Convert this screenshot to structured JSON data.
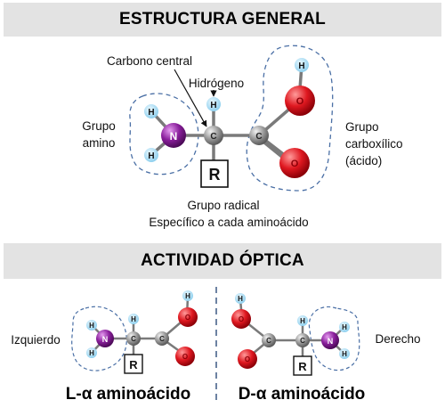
{
  "headings": {
    "general": "ESTRUCTURA GENERAL",
    "optical": "ACTIVIDAD ÓPTICA"
  },
  "general": {
    "central_carbon_label": "Carbono central",
    "hydrogen_label": "Hidrógeno",
    "amino_group_label": [
      "Grupo",
      "amino"
    ],
    "carboxyl_group_label": [
      "Grupo",
      "carboxílico",
      "(ácido)"
    ],
    "radical_group_label": [
      "Grupo radical",
      "Específico a cada aminoácido"
    ]
  },
  "atoms": {
    "carbon": "C",
    "nitrogen": "N",
    "hydrogen": "H",
    "oxygen": "O",
    "radical": "R"
  },
  "optical": {
    "left_label": "Izquierdo",
    "right_label": "Derecho",
    "l_caption": "L-α aminoácido",
    "d_caption": "D-α aminoácido"
  },
  "colors": {
    "band": "#e3e3e3",
    "carbon": "#8c8c8c",
    "nitrogen": "#7a1c8c",
    "oxygen": "#d8141c",
    "hydrogen": "#7fcbec",
    "dashed_outline": "#4a6fa5"
  }
}
